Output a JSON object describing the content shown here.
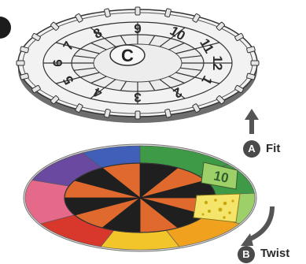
{
  "ring_numbers": [
    "7",
    "8",
    "9",
    "10",
    "11",
    "12",
    "1",
    "2",
    "3",
    "4",
    "5",
    "6"
  ],
  "center_letter": "C",
  "base_numbers": [
    "10"
  ],
  "steps": [
    {
      "badge": "A",
      "label": "Fit"
    },
    {
      "badge": "B",
      "label": "Twist"
    }
  ],
  "colors": {
    "orange": "#e06a2e",
    "black_wedge": "#1f1f1f",
    "blue": "#3f5fb8",
    "purple": "#6a4aa0",
    "green": "#3e9a46",
    "light_green": "#9ed06a",
    "pink": "#e56a8a",
    "red": "#d8372c",
    "yellow": "#f2c52a",
    "amber": "#f0a21f"
  }
}
